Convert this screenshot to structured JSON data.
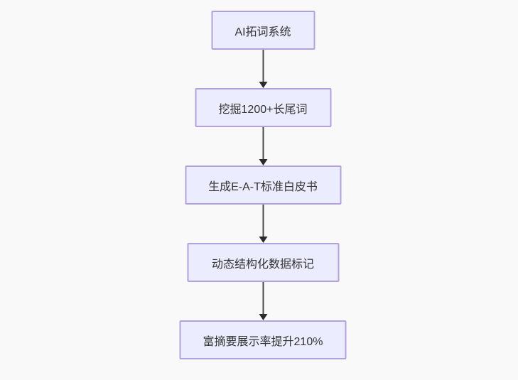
{
  "diagram": {
    "type": "flowchart",
    "direction": "top-down",
    "colors": {
      "background": "#f9f9f9",
      "node_fill": "#ECECFF",
      "node_border": "#b2a2da",
      "node_text": "#333333",
      "arrow": "#2b2b2b"
    },
    "nodes": [
      {
        "id": "ai-keyword-system",
        "label": "AI拓词系统"
      },
      {
        "id": "mine-longtail-words",
        "label": "挖掘1200+长尾词"
      },
      {
        "id": "generate-eat-whitepaper",
        "label": "生成E-A-T标准白皮书"
      },
      {
        "id": "dynamic-structured-data-markup",
        "label": "动态结构化数据标记"
      },
      {
        "id": "rich-snippet-rate-up",
        "label": "富摘要展示率提升210%"
      }
    ],
    "edges": [
      {
        "from": "AI拓词系统",
        "to": "挖掘1200+长尾词"
      },
      {
        "from": "挖掘1200+长尾词",
        "to": "生成E-A-T标准白皮书"
      },
      {
        "from": "生成E-A-T标准白皮书",
        "to": "动态结构化数据标记"
      },
      {
        "from": "动态结构化数据标记",
        "to": "富摘要展示率提升210%"
      }
    ]
  }
}
